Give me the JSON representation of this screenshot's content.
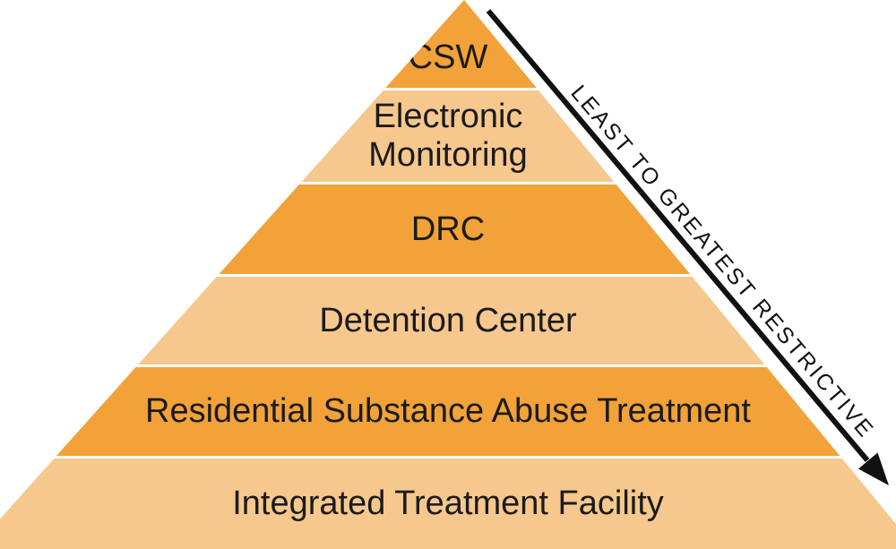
{
  "diagram": {
    "type": "pyramid",
    "levels": [
      {
        "label": "CSW",
        "tone": "dark"
      },
      {
        "label": "Electronic Monitoring",
        "tone": "light"
      },
      {
        "label": "DRC",
        "tone": "dark"
      },
      {
        "label": "Detention Center",
        "tone": "light"
      },
      {
        "label": "Residential Substance Abuse Treatment",
        "tone": "dark"
      },
      {
        "label": "Integrated Treatment Facility",
        "tone": "light"
      }
    ],
    "arrow": {
      "label": "LEAST TO GREATEST RESTRICTIVE",
      "direction": "top-left to bottom-right"
    },
    "colors": {
      "level_dark": "#F2A238",
      "level_light": "#F6C88E",
      "separator": "#FFFFFF",
      "text": "#1B1B1B",
      "arrow": "#111111"
    }
  }
}
